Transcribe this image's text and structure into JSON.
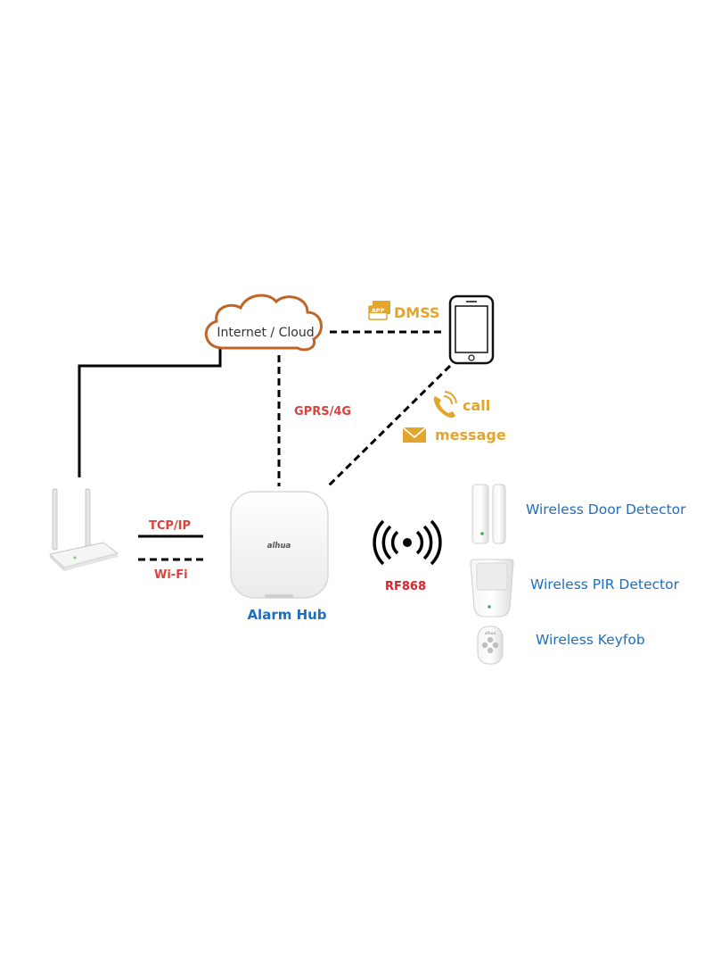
{
  "cloud": {
    "label": "Internet / Cloud"
  },
  "app": {
    "badge": "APP",
    "label": "DMSS"
  },
  "notifications": {
    "call": "call",
    "message": "message"
  },
  "links": {
    "gprs": "GPRS/4G",
    "tcpip": "TCP/IP",
    "wifi": "Wi-Fi",
    "rf": "RF868"
  },
  "hub": {
    "label": "Alarm Hub",
    "brand": "alhua"
  },
  "devices": {
    "door": "Wireless Door Detector",
    "pir": "Wireless PIR Detector",
    "keyfob": "Wireless Keyfob"
  },
  "keyfob_brand": "alhua",
  "colors": {
    "cloud_outline": "#c0642a",
    "link_red": "#d9433b",
    "rf_red": "#e0202a",
    "accent_orange": "#e3a52b",
    "device_blue": "#1e6fc0",
    "line": "#000000"
  }
}
